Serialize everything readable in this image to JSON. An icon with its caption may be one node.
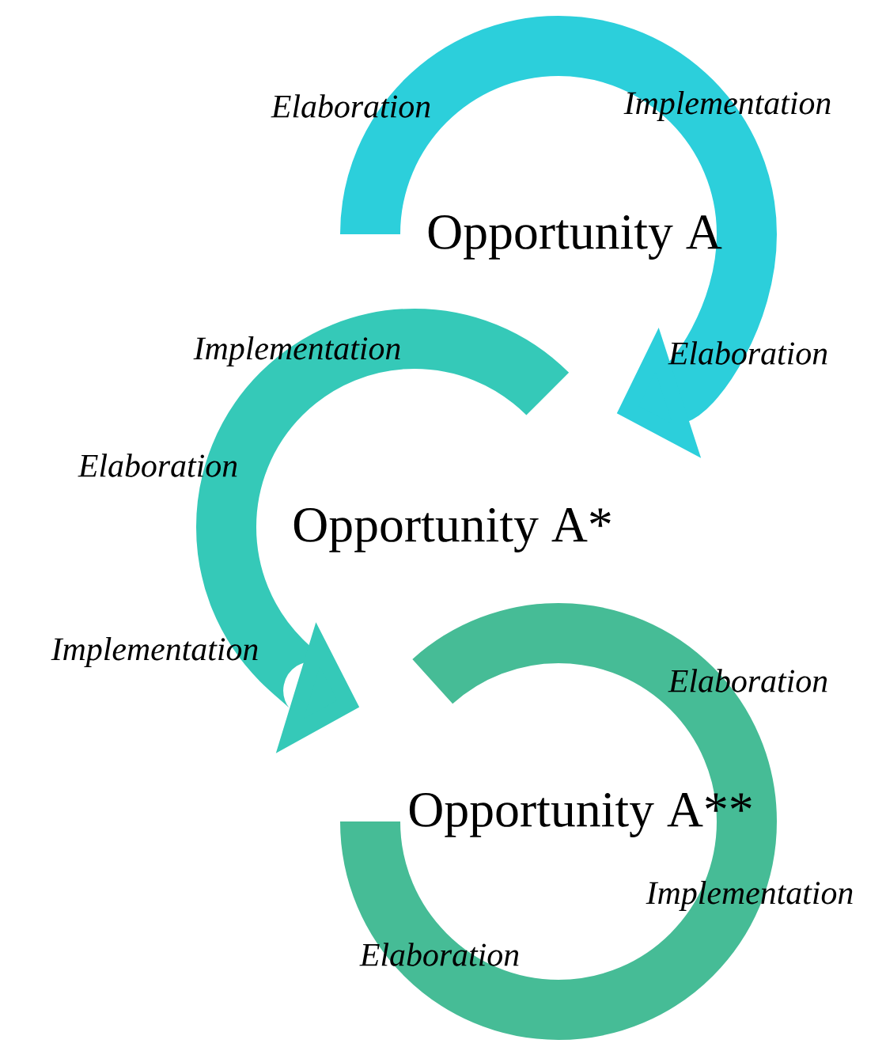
{
  "diagram": {
    "nodes": [
      {
        "text": [
          "Opportunity A"
        ]
      },
      {
        "text": [
          "Opportunity A*"
        ]
      },
      {
        "text": [
          "Opportunity A**"
        ]
      }
    ],
    "labels": [
      "Elaboration",
      "Implementation",
      "Elaboration",
      "Implementation",
      "Elaboration",
      "Implementation",
      "Elaboration",
      "Implementation",
      "Elaboration"
    ]
  }
}
